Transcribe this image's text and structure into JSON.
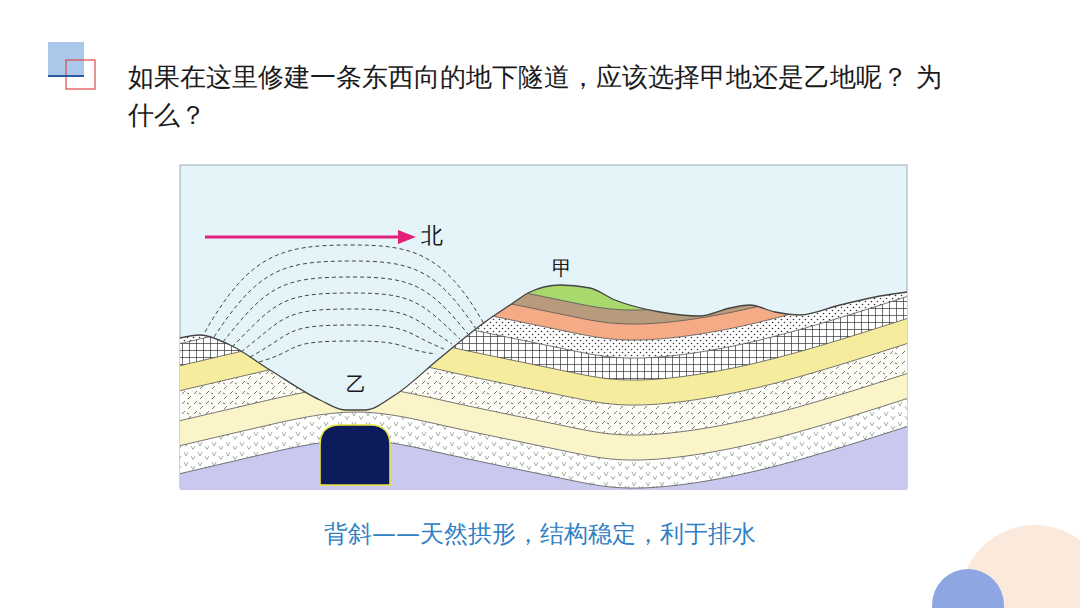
{
  "diagram": {
    "title": "如果在这里修建一条东西向的地下隧道，应该选择甲地还是乙地呢？ 为什么？",
    "caption": "背斜——天然拱形，结构稳定，利于排水",
    "labels": [
      "北",
      "甲",
      "乙"
    ]
  }
}
